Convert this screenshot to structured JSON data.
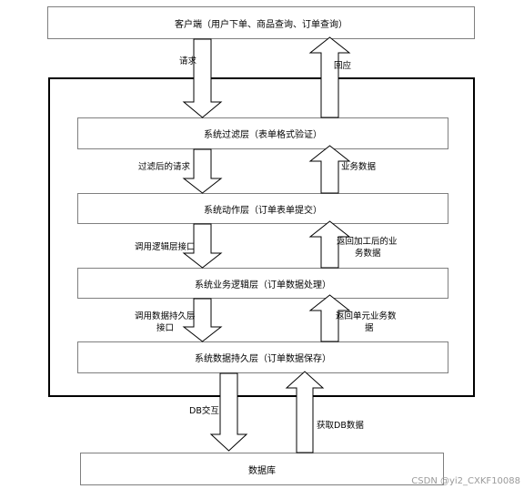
{
  "nodes": {
    "client": "客户端（用户下单、商品查询、订单查询）",
    "filter_layer": "系统过滤层（表单格式验证）",
    "action_layer": "系统动作层（订单表单提交）",
    "logic_layer": "系统业务逻辑层（订单数据处理）",
    "persist_layer": "系统数据持久层（订单数据保存）",
    "database": "数据库"
  },
  "labels": {
    "request": "请求",
    "response": "回应",
    "filtered_request": "过滤后的请求",
    "business_data": "业务数据",
    "call_logic_line1": "调用逻辑层接口",
    "return_processed_line1": "返回加工后的业",
    "return_processed_line2": "务数据",
    "call_persist_line1": "调用数据持久层",
    "call_persist_line2": "接口",
    "return_unit_line1": "返回单元业务数",
    "return_unit_line2": "据",
    "db_exchange": "DB交互",
    "get_db_data": "获取DB数据"
  },
  "watermark": "CSDN @yi2_CXKF10088"
}
